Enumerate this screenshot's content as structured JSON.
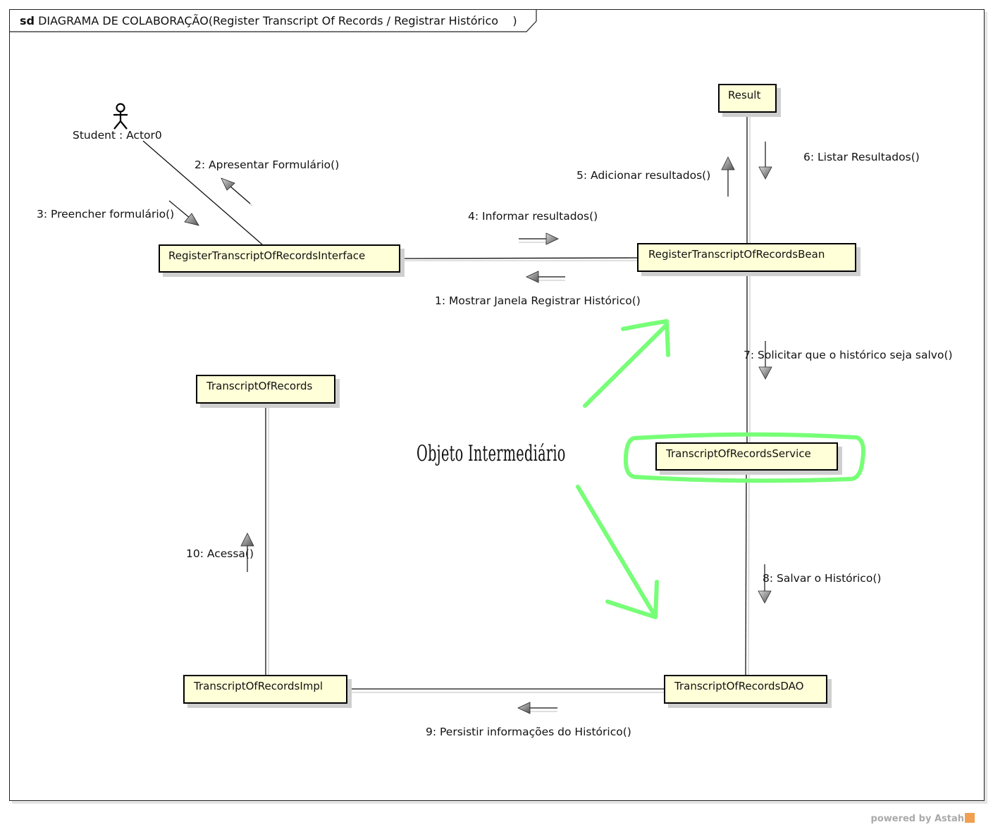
{
  "frame": {
    "kind": "sd",
    "title": "DIAGRAMA DE COLABORAÇÃO(Register Transcript Of Records / Registrar Histórico    )"
  },
  "actor": {
    "label": "Student : Actor0"
  },
  "objects": {
    "interface": "RegisterTranscriptOfRecordsInterface",
    "bean": "RegisterTranscriptOfRecordsBean",
    "result": "Result",
    "transcript": "TranscriptOfRecords",
    "service": "TranscriptOfRecordsService",
    "impl": "TranscriptOfRecordsImpl",
    "dao": "TranscriptOfRecordsDAO"
  },
  "messages": {
    "m1": "1: Mostrar Janela Registrar Histórico()",
    "m2": "2: Apresentar Formulário()",
    "m3": "3: Preencher formulário()",
    "m4": "4: Informar resultados()",
    "m5": "5: Adicionar resultados()",
    "m6": "6: Listar Resultados()",
    "m7": "7: Solicitar que o histórico seja salvo()",
    "m8": "8: Salvar o Histórico()",
    "m9": "9: Persistir informações do Histórico()",
    "m10": "10: Acessa()"
  },
  "annotation": {
    "text": "Objeto Intermediário",
    "color": "#77ff77"
  },
  "footer": {
    "text": "powered by Astah"
  },
  "colors": {
    "object_fill": "#ffffd8",
    "highlight": "#77ff77"
  }
}
